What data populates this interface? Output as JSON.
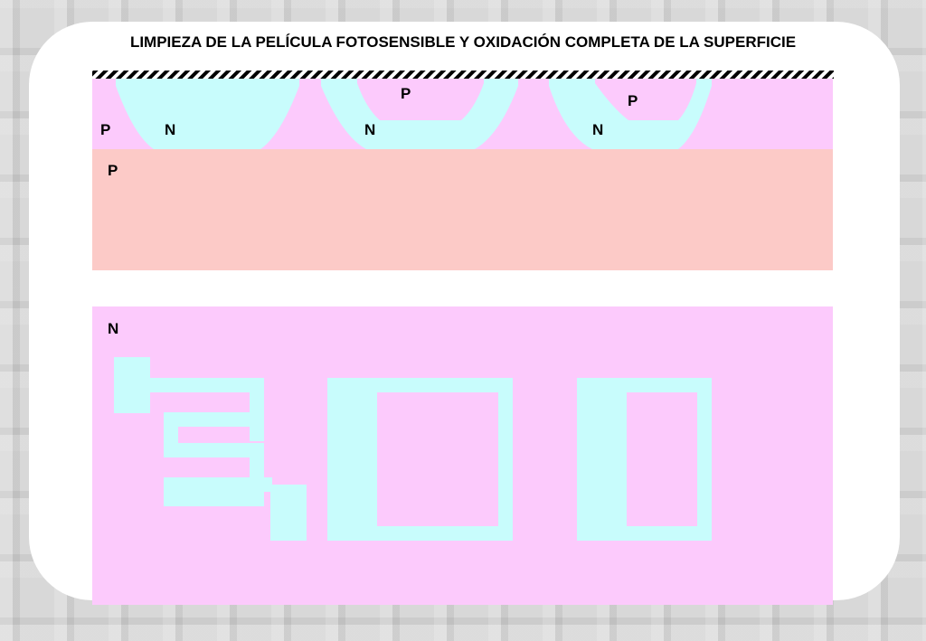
{
  "title": "LIMPIEZA DE LA PELÍCULA FOTOSENSIBLE Y OXIDACIÓN COMPLETA DE LA SUPERFICIE",
  "cross_section": {
    "label_p_left": "P",
    "label_n_1": "N",
    "label_p_inner_2": "P",
    "label_n_2": "N",
    "label_p_inner_3": "P",
    "label_n_3": "N",
    "label_p_substrate": "P"
  },
  "top_view": {
    "label_n": "N"
  },
  "colors": {
    "pink": "#fccafc",
    "cyan": "#c8fcfc",
    "substrate": "#fccac7",
    "oxide_hatch": "#000000"
  }
}
